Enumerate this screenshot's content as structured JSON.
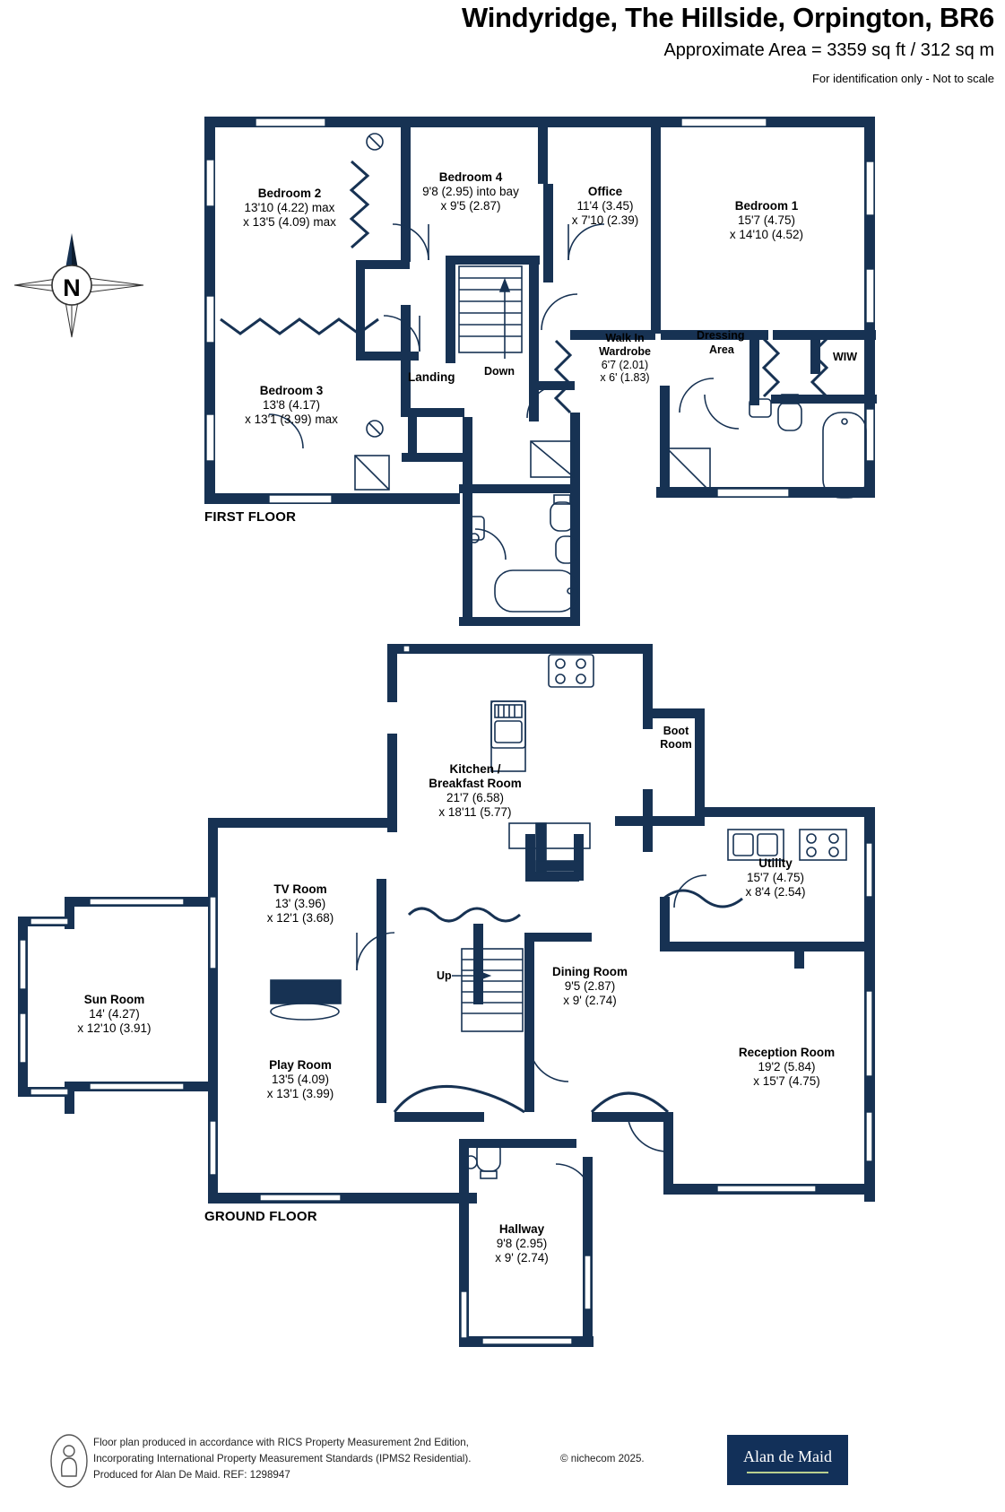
{
  "header": {
    "title": "Windyridge, The Hillside, Orpington, BR6",
    "area": "Approximate Area = 3359 sq ft / 312 sq m",
    "note": "For identification only - Not to scale"
  },
  "compass": {
    "label": "N"
  },
  "floors": [
    {
      "caption": "FIRST FLOOR"
    },
    {
      "caption": "GROUND FLOOR"
    }
  ],
  "first_floor_rooms": [
    {
      "name": "Bedroom 2",
      "dim1": "13'10 (4.22) max",
      "dim2": "x 13'5 (4.09) max"
    },
    {
      "name": "Bedroom 4",
      "dim1": "9'8 (2.95) into bay",
      "dim2": "x 9'5 (2.87)"
    },
    {
      "name": "Office",
      "dim1": "11'4 (3.45)",
      "dim2": "x 7'10 (2.39)"
    },
    {
      "name": "Bedroom 1",
      "dim1": "15'7 (4.75)",
      "dim2": "x 14'10 (4.52)"
    },
    {
      "name": "Bedroom 3",
      "dim1": "13'8 (4.17)",
      "dim2": "x 13'1 (3.99) max"
    },
    {
      "name": "Walk In",
      "dim1": "Wardrobe",
      "dim2": "6'7 (2.01)",
      "dim3": "x 6' (1.83)"
    }
  ],
  "first_floor_labels": {
    "landing": "Landing",
    "down": "Down",
    "dressing_line1": "Dressing",
    "dressing_line2": "Area",
    "wiw": "WIW"
  },
  "ground_floor_rooms": [
    {
      "name": "Kitchen /",
      "name2": "Breakfast Room",
      "dim1": "21'7 (6.58)",
      "dim2": "x 18'11 (5.77)"
    },
    {
      "name": "Boot",
      "name2": "Room"
    },
    {
      "name": "Utility",
      "dim1": "15'7 (4.75)",
      "dim2": "x 8'4 (2.54)"
    },
    {
      "name": "TV Room",
      "dim1": "13' (3.96)",
      "dim2": "x 12'1 (3.68)"
    },
    {
      "name": "Sun Room",
      "dim1": "14' (4.27)",
      "dim2": "x 12'10 (3.91)"
    },
    {
      "name": "Play Room",
      "dim1": "13'5 (4.09)",
      "dim2": "x 13'1 (3.99)"
    },
    {
      "name": "Dining Room",
      "dim1": "9'5 (2.87)",
      "dim2": "x 9' (2.74)"
    },
    {
      "name": "Reception Room",
      "dim1": "19'2 (5.84)",
      "dim2": "x 15'7 (4.75)"
    },
    {
      "name": "Hallway",
      "dim1": "9'8 (2.95)",
      "dim2": "x 9' (2.74)"
    }
  ],
  "ground_floor_labels": {
    "up": "Up"
  },
  "footer": {
    "line1": "Floor plan produced in accordance with RICS Property Measurement 2nd Edition,",
    "line2": "Incorporating International Property Measurement Standards (IPMS2 Residential).",
    "line3": "Produced for Alan De Maid.   REF: 1298947",
    "copyright": "© nichecom 2025.",
    "logo": "Alan de Maid"
  },
  "colors": {
    "wall": "#173253",
    "logo_bg": "#123059",
    "logo_rule": "#b9cf8e"
  }
}
